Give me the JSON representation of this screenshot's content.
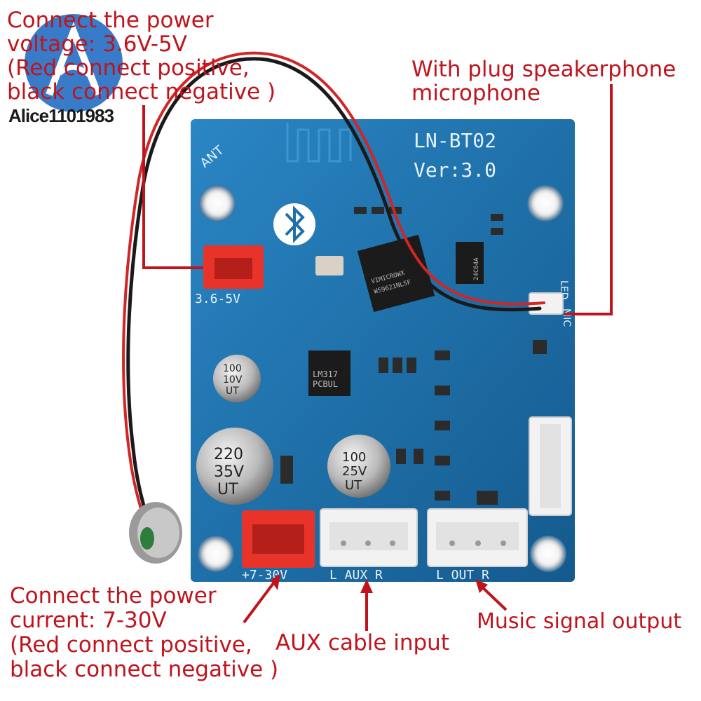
{
  "annotations": {
    "power_voltage": [
      "Connect the power",
      "voltage: 3.6V-5V",
      "(Red connect positive,",
      "black connect negative )"
    ],
    "speakerphone": [
      "With plug speakerphone",
      "microphone"
    ],
    "power_current": [
      "Connect the power",
      "current: 7-30V",
      "(Red connect positive,",
      "black connect negative )"
    ],
    "aux_input": "AUX cable input",
    "music_output": "Music signal output"
  },
  "watermark": "Alice1101983",
  "board": {
    "model": "LN-BT02",
    "version": "Ver:3.0",
    "antenna_label": "ANT",
    "low_voltage_label": "3.6-5V",
    "high_voltage_label": "+7-30V",
    "aux_label": "L AUX R",
    "out_label": "L OUT R",
    "chip_brand": "VIMICROWX",
    "chip_text": "WS9621NLSF",
    "regulator_text": "LM317",
    "regulator_sub": "PCBUL",
    "eeprom_text": "24C64A",
    "cap_small_top": "100",
    "cap_small_mid": "10V",
    "cap_small_bot": "UT",
    "cap_large_top": "220",
    "cap_large_mid": "35V",
    "cap_large_bot": "UT",
    "cap_mid_top": "100",
    "cap_mid_mid": "25V",
    "cap_mid_bot": "UT",
    "led_label": "LED",
    "mic_label": "MIC"
  },
  "colors": {
    "annotation": "#c0141c",
    "pcb": "#1f6fa8",
    "connector_red": "#e8332b",
    "connector_white": "#f2f2f2"
  }
}
